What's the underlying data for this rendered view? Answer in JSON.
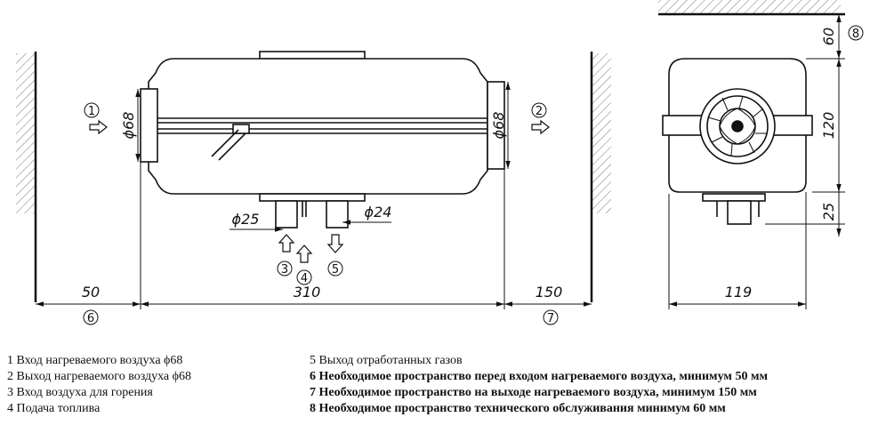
{
  "dimensions": {
    "phi68_in": "ϕ68",
    "phi68_out": "ϕ68",
    "phi25": "ϕ25",
    "phi24": "ϕ24",
    "d50": "50",
    "d310": "310",
    "d150": "150",
    "d119": "119",
    "d60": "60",
    "d120": "120",
    "d25": "25"
  },
  "callouts": {
    "c1": "1",
    "c2": "2",
    "c3": "3",
    "c4": "4",
    "c5": "5",
    "c6": "6",
    "c7": "7",
    "c8": "8"
  },
  "legend": {
    "left": [
      "1 Вход нагреваемого воздуха ϕ68",
      "2 Выход нагреваемого воздуха ϕ68",
      "3 Вход воздуха для горения",
      "4 Подача топлива"
    ],
    "right": [
      "5 Выход отработанных газов",
      "6 Необходимое пространство перед входом нагреваемого воздуха, минимум 50 мм",
      "7 Необходимое пространство на выходе нагреваемого воздуха, минимум 150 мм",
      "8 Необходимое пространство технического обслуживания минимум 60 мм"
    ]
  }
}
